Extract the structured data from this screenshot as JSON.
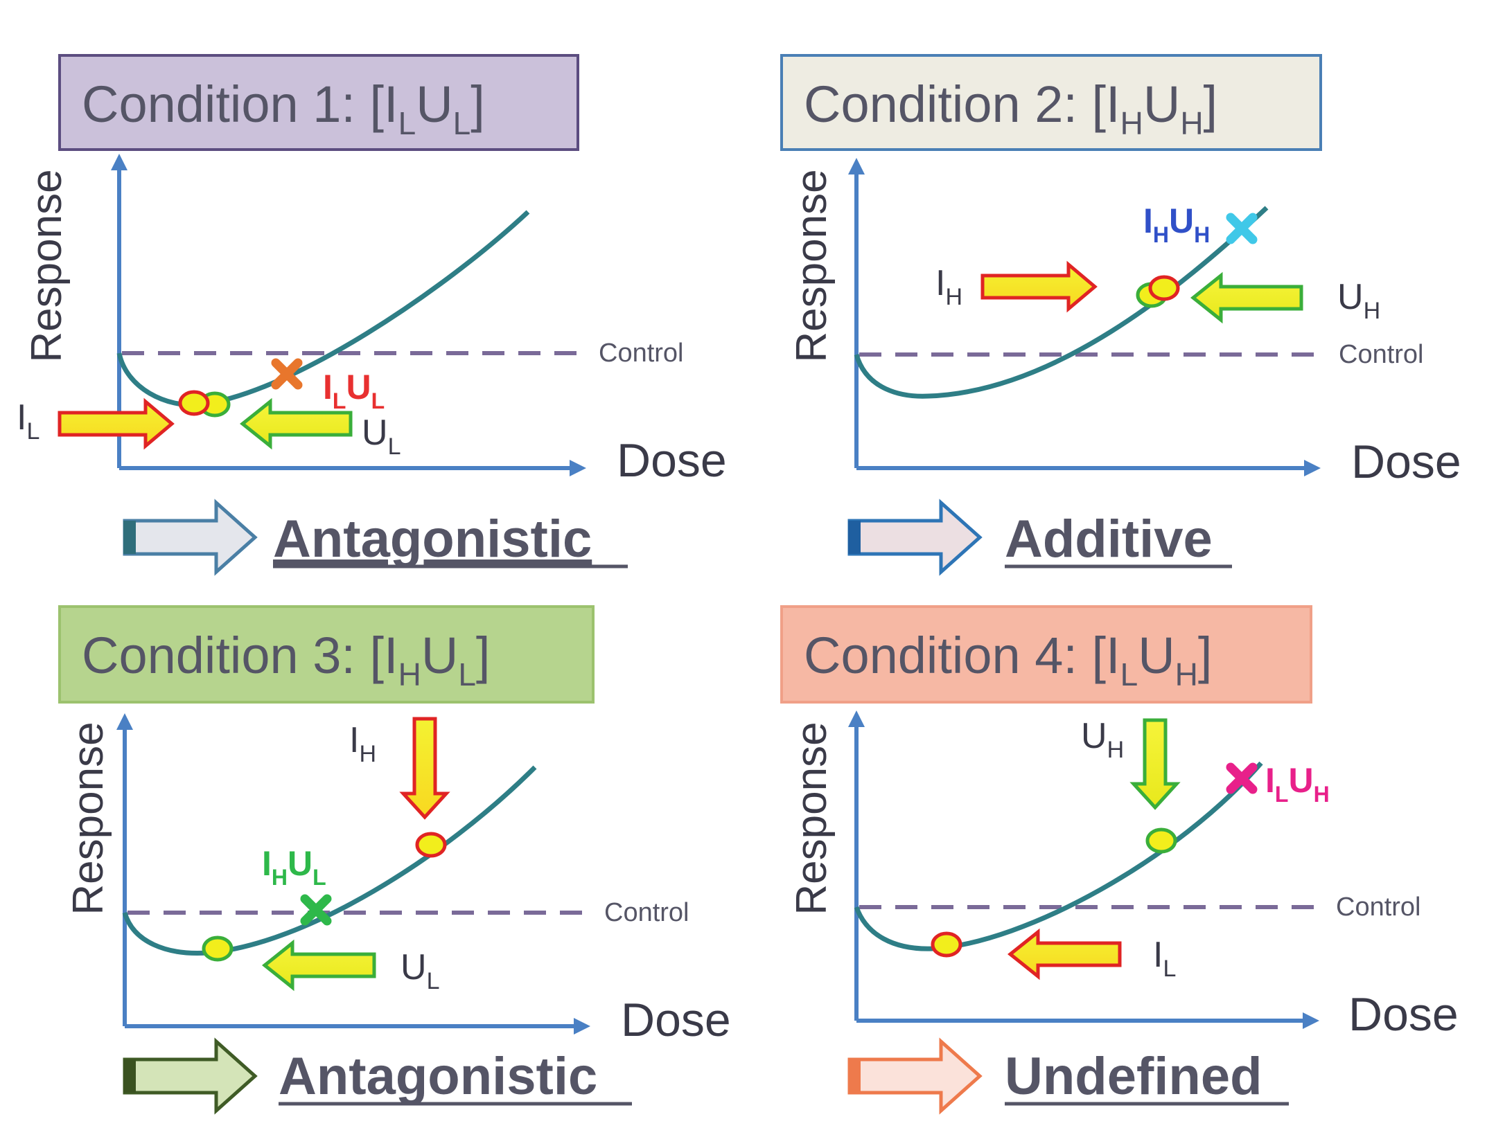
{
  "panels": [
    {
      "id": "condition-1",
      "title_main": "Condition 1: [I",
      "title_s1": "L",
      "title_mid": "U",
      "title_s2": "L",
      "title_end": "]",
      "title_fill": "#cbc1da",
      "title_stroke": "#5c4d80",
      "y_label": "Response",
      "x_label": "Dose",
      "control_label": "Control",
      "result": "Antagonistic",
      "result_fill": "#e4e6ec",
      "result_stroke": "#4a7fa5",
      "result_cap": "#2f6e7b",
      "combo": {
        "main1": "I",
        "sub1": "L",
        "main2": "U",
        "sub2": "L",
        "color": "#e83030",
        "mark_color": "#e8762c"
      },
      "arrow_a": {
        "main": "I",
        "sub": "L",
        "color": "red"
      },
      "arrow_b": {
        "main": "U",
        "sub": "L",
        "color": "green"
      }
    },
    {
      "id": "condition-2",
      "title_main": "Condition 2: [I",
      "title_s1": "H",
      "title_mid": "U",
      "title_s2": "H",
      "title_end": "]",
      "title_fill": "#eeece2",
      "title_stroke": "#4a7fb5",
      "y_label": "Response",
      "x_label": "Dose",
      "control_label": "Control",
      "result": "Additive",
      "result_fill": "#ecdfe2",
      "result_stroke": "#2e75b6",
      "result_cap": "#1f5fa0",
      "combo": {
        "main1": "I",
        "sub1": "H",
        "main2": "U",
        "sub2": "H",
        "color": "#3050c8",
        "mark_color": "#40c8e8"
      },
      "arrow_a": {
        "main": "I",
        "sub": "H",
        "color": "red"
      },
      "arrow_b": {
        "main": "U",
        "sub": "H",
        "color": "green"
      }
    },
    {
      "id": "condition-3",
      "title_main": "Condition 3: [I",
      "title_s1": "H",
      "title_mid": "U",
      "title_s2": "L",
      "title_end": "]",
      "title_fill": "#b6d48e",
      "title_stroke": "#9cc26e",
      "y_label": "Response",
      "x_label": "Dose",
      "control_label": "Control",
      "result": "Antagonistic",
      "result_fill": "#d4e4b8",
      "result_stroke": "#3f5b26",
      "result_cap": "#3a5220",
      "combo": {
        "main1": "I",
        "sub1": "H",
        "main2": "U",
        "sub2": "L",
        "color": "#2eb84a",
        "mark_color": "#2eb84a"
      },
      "arrow_a": {
        "main": "I",
        "sub": "H",
        "color": "red"
      },
      "arrow_b": {
        "main": "U",
        "sub": "L",
        "color": "green"
      }
    },
    {
      "id": "condition-4",
      "title_main": "Condition 4: [I",
      "title_s1": "L",
      "title_mid": "U",
      "title_s2": "H",
      "title_end": "]",
      "title_fill": "#f6b8a4",
      "title_stroke": "#f0a088",
      "y_label": "Response",
      "x_label": "Dose",
      "control_label": "Control",
      "result": "Undefined",
      "result_fill": "#fbe2da",
      "result_stroke": "#ee7a4c",
      "result_cap": "#ee7a4c",
      "combo": {
        "main1": "I",
        "sub1": "L",
        "main2": "U",
        "sub2": "H",
        "color": "#e8208a",
        "mark_color": "#e8208a"
      },
      "arrow_a": {
        "main": "U",
        "sub": "H",
        "color": "green"
      },
      "arrow_b": {
        "main": "I",
        "sub": "L",
        "color": "red"
      }
    }
  ],
  "colors": {
    "curve": "#2e7e86",
    "axis": "#4a80c4",
    "control_line": "#7a6a98",
    "dot_fill": "#f2ee1c",
    "red_arrow_stroke": "#e02424",
    "green_arrow_stroke": "#3aae3a",
    "text": "#3a3a48"
  }
}
